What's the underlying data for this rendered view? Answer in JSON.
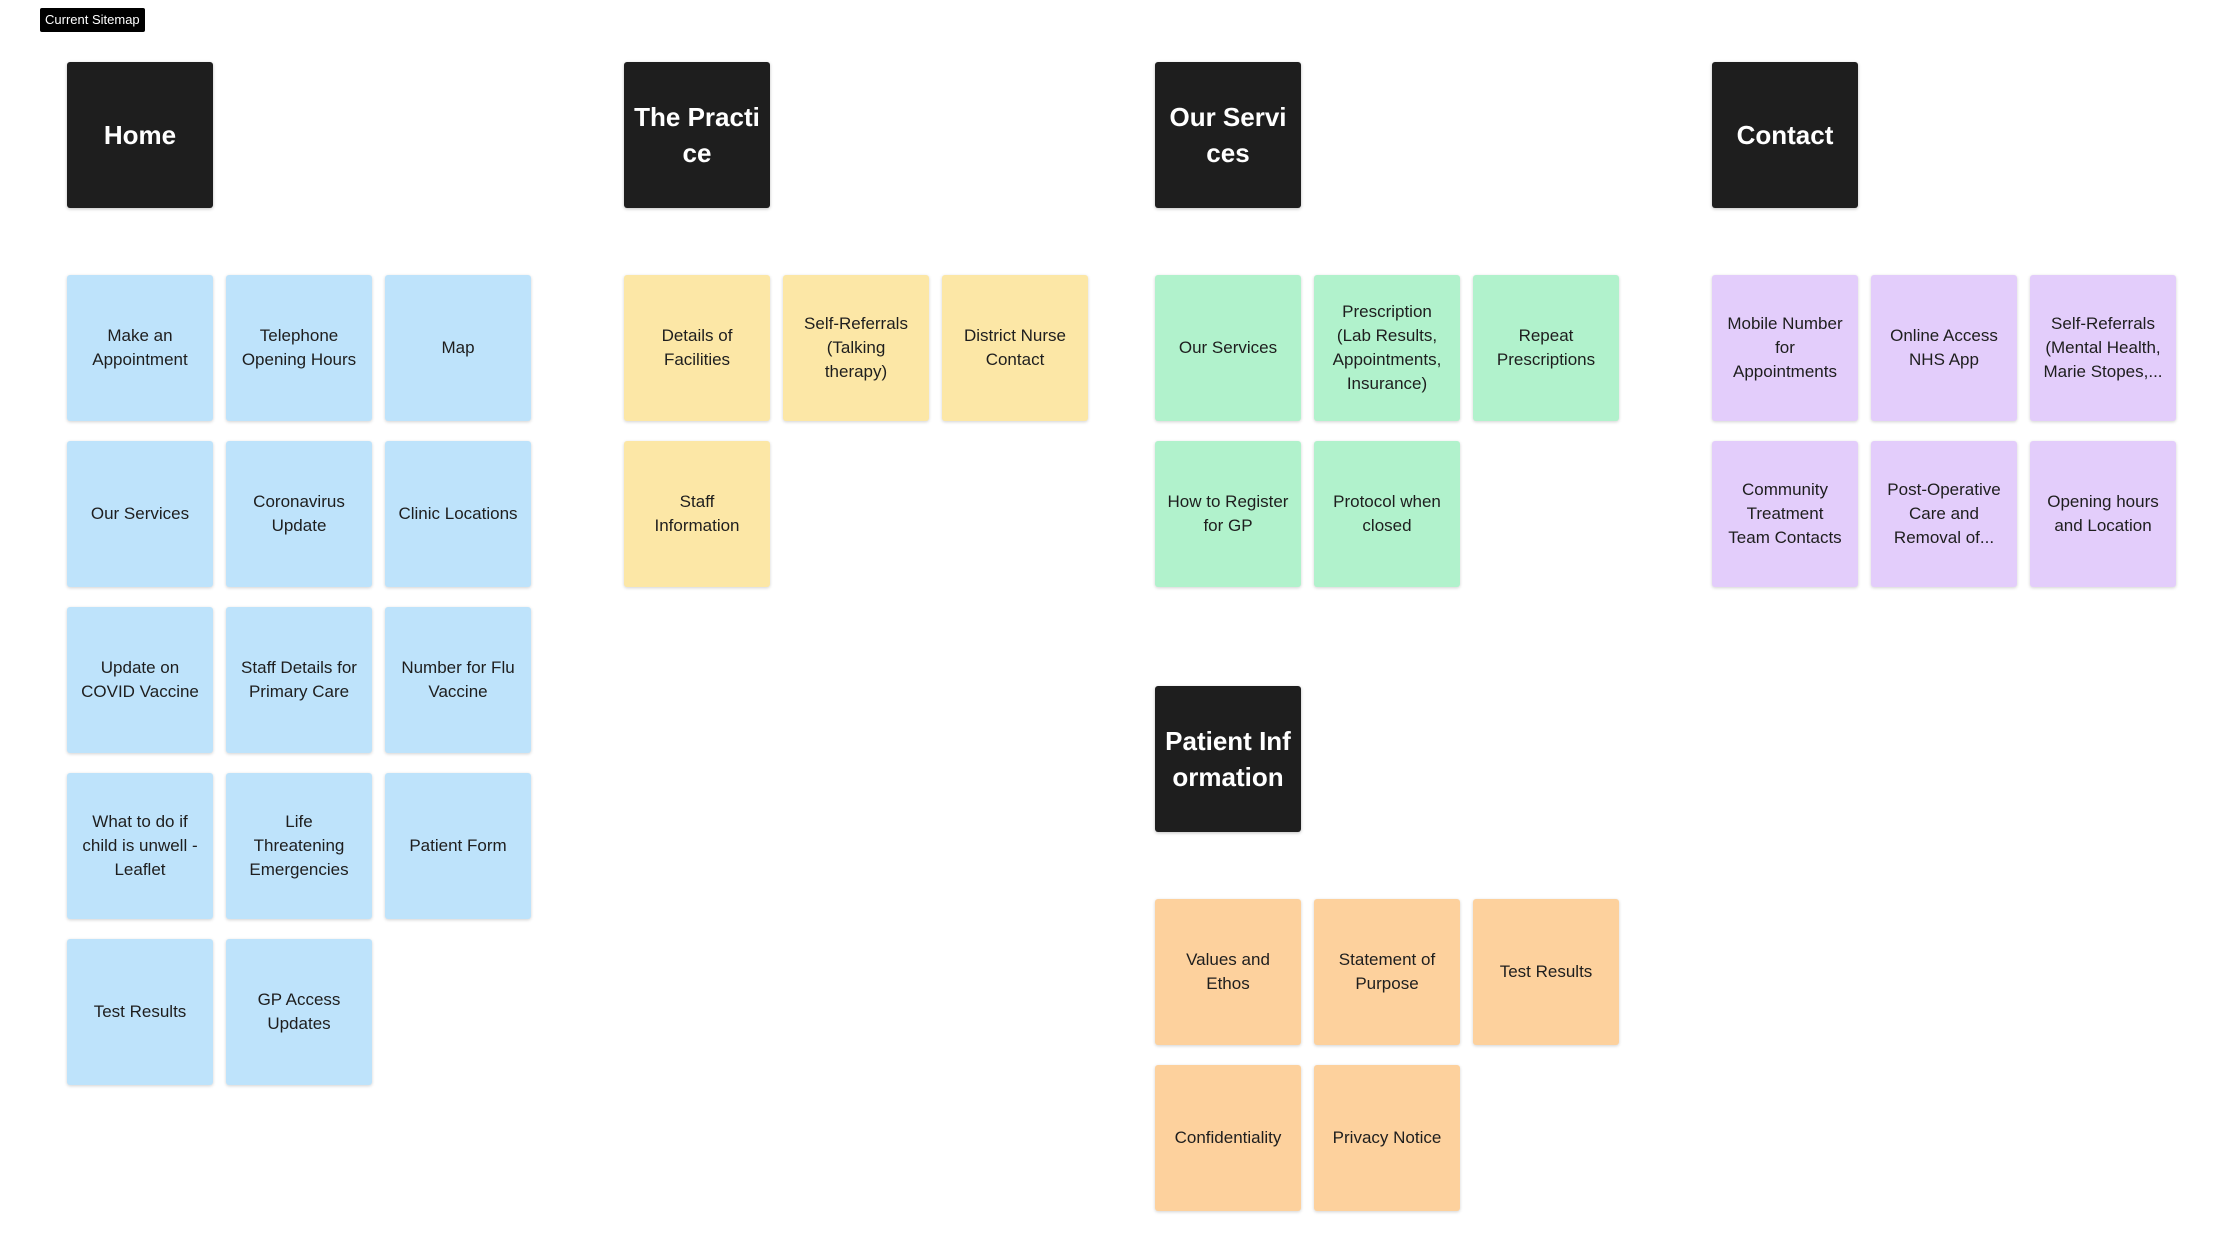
{
  "frame_label": "Current Sitemap",
  "colors": {
    "header": "#1e1e1e",
    "blue": "#bee3fb",
    "yellow": "#fce7a6",
    "green": "#b1f2cc",
    "purple": "#e3cdfb",
    "orange": "#fdd19d"
  },
  "sections": {
    "home": {
      "title": "Home",
      "color": "blue",
      "notes": [
        "Make an Appointment",
        "Telephone Opening Hours",
        "Map",
        "Our Services",
        "Coronavirus Update",
        "Clinic Locations",
        "Update on COVID Vaccine",
        "Staff Details for Primary Care",
        "Number for Flu Vaccine",
        "What to do if child is unwell - Leaflet",
        "Life Threatening Emergencies",
        "Patient Form",
        "Test Results",
        "GP Access Updates"
      ]
    },
    "practice": {
      "title": "The Practice",
      "color": "yellow",
      "notes": [
        "Details of Facilities",
        "Self-Referrals (Talking therapy)",
        "District Nurse Contact",
        "Staff Information"
      ]
    },
    "services": {
      "title": "Our Services",
      "color": "green",
      "notes": [
        "Our Services",
        "Prescription (Lab Results, Appointments, Insurance)",
        "Repeat Prescriptions",
        "How to Register for GP",
        "Protocol when closed"
      ]
    },
    "contact": {
      "title": "Contact",
      "color": "purple",
      "notes": [
        "Mobile Number for Appointments",
        "Online Access NHS App",
        "Self-Referrals (Mental Health, Marie Stopes,...",
        "Community Treatment Team Contacts",
        "Post-Operative Care and Removal of...",
        "Opening hours and Location"
      ]
    },
    "patient_info": {
      "title": "Patient Information",
      "color": "orange",
      "notes": [
        "Values and Ethos",
        "Statement of Purpose",
        "Test Results",
        "Confidentiality",
        "Privacy Notice"
      ]
    }
  }
}
